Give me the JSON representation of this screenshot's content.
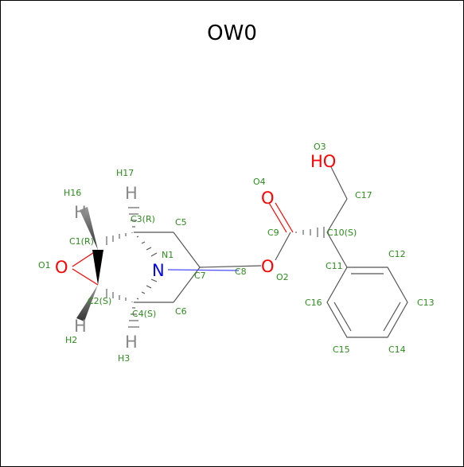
{
  "title": "OW0",
  "colors": {
    "carbon_label": "#2e8b1e",
    "oxygen": "#ff0000",
    "nitrogen": "#0000ff",
    "bond": "#555555",
    "hydrogen": "#9a9a9a"
  },
  "atoms": {
    "O1": "O1",
    "O1_symbol": "O",
    "C1": "C1(R)",
    "C2": "C2(S)",
    "C3": "C3(R)",
    "C4": "C4(S)",
    "C5": "C5",
    "C6": "C6",
    "C7": "C7",
    "C8": "C8",
    "N1": "N1",
    "N1_symbol": "N",
    "O2": "O2",
    "O2_symbol": "O",
    "C9": "C9",
    "O4": "O4",
    "O4_symbol": "O",
    "C10": "C10(S)",
    "C11": "C11",
    "C12": "C12",
    "C13": "C13",
    "C14": "C14",
    "C15": "C15",
    "C16": "C16",
    "C17": "C17",
    "O3": "O3",
    "O3_symbol": "HO",
    "H16": "H16",
    "H16_symbol": "H",
    "H2": "H2",
    "H2_symbol": "H",
    "H17": "H17",
    "H17_symbol": "H",
    "H3": "H3",
    "H3_symbol": "H"
  }
}
